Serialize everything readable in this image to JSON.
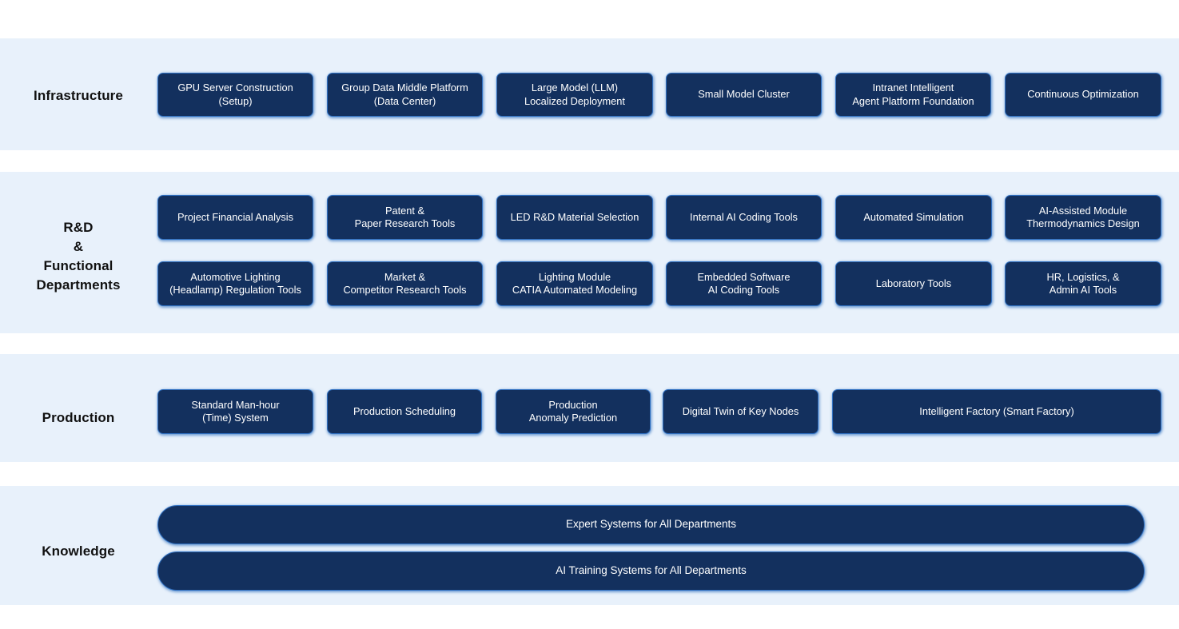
{
  "page": {
    "background_color": "#ffffff",
    "band_color": "#e8f1fb",
    "card_fill": "#13305e",
    "card_border": "#2f6fc0",
    "card_text_color": "#ffffff",
    "label_text_color": "#111111"
  },
  "rows": [
    {
      "id": "infrastructure",
      "label": "Infrastructure",
      "cards": [
        {
          "label": "GPU Server Construction\n(Setup)"
        },
        {
          "label": "Group Data Middle Platform\n(Data Center)"
        },
        {
          "label": "Large Model (LLM)\nLocalized Deployment"
        },
        {
          "label": "Small Model Cluster"
        },
        {
          "label": "Intranet Intelligent\nAgent Platform Foundation"
        },
        {
          "label": "Continuous Optimization"
        }
      ]
    },
    {
      "id": "rd",
      "label": "R&D\n&\nFunctional\nDepartments",
      "cards_row1": [
        {
          "label": "Project Financial Analysis"
        },
        {
          "label": "Patent &\nPaper Research Tools"
        },
        {
          "label": "LED R&D Material Selection"
        },
        {
          "label": "Internal AI Coding Tools"
        },
        {
          "label": "Automated Simulation"
        },
        {
          "label": "AI-Assisted Module\nThermodynamics Design"
        }
      ],
      "cards_row2": [
        {
          "label": "Automotive Lighting\n(Headlamp) Regulation Tools"
        },
        {
          "label": "Market &\nCompetitor Research Tools"
        },
        {
          "label": "Lighting Module\nCATIA Automated Modeling"
        },
        {
          "label": "Embedded Software\nAI Coding Tools"
        },
        {
          "label": "Laboratory Tools"
        },
        {
          "label": "HR, Logistics, &\nAdmin AI Tools"
        }
      ]
    },
    {
      "id": "production",
      "label": "Production",
      "cards": [
        {
          "label": "Standard Man-hour\n(Time) System"
        },
        {
          "label": "Production Scheduling"
        },
        {
          "label": "Production\nAnomaly Prediction"
        },
        {
          "label": "Digital Twin of Key Nodes"
        },
        {
          "label": "Intelligent Factory (Smart Factory)"
        }
      ]
    },
    {
      "id": "knowledge",
      "label": "Knowledge",
      "cards": [
        {
          "label": "Expert Systems for All Departments"
        },
        {
          "label": "AI Training Systems for All Departments"
        }
      ]
    }
  ]
}
